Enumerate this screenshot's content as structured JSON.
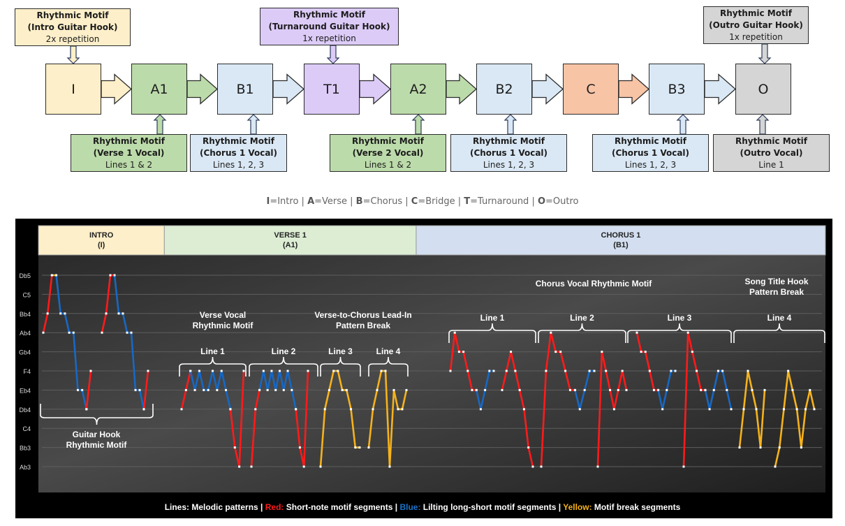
{
  "flow": {
    "sections": [
      {
        "label": "I",
        "color": "#fdefc9"
      },
      {
        "label": "A1",
        "color": "#bcdbaa"
      },
      {
        "label": "B1",
        "color": "#dae8f5"
      },
      {
        "label": "T1",
        "color": "#dccbf7"
      },
      {
        "label": "A2",
        "color": "#bcdbaa"
      },
      {
        "label": "B2",
        "color": "#dae8f5"
      },
      {
        "label": "C",
        "color": "#f8c4a6"
      },
      {
        "label": "B3",
        "color": "#dae8f5"
      },
      {
        "label": "O",
        "color": "#d5d5d5"
      }
    ],
    "top_motifs": [
      {
        "title": "Rhythmic Motif",
        "subtitle": "(Intro Guitar Hook)",
        "detail": "2x repetition",
        "color": "#fdefc9",
        "target": "I"
      },
      {
        "title": "Rhythmic Motif",
        "subtitle": "(Turnaround Guitar Hook)",
        "detail": "1x repetition",
        "color": "#dccbf7",
        "target": "T1"
      },
      {
        "title": "Rhythmic Motif",
        "subtitle": "(Outro Guitar Hook)",
        "detail": "1x repetition",
        "color": "#d5d5d5",
        "target": "O"
      }
    ],
    "bottom_motifs": [
      {
        "title": "Rhythmic Motif",
        "subtitle": "(Verse 1 Vocal)",
        "detail": "Lines 1 & 2",
        "color": "#bcdbaa",
        "target": "A1"
      },
      {
        "title": "Rhythmic Motif",
        "subtitle": "(Chorus 1 Vocal)",
        "detail": "Lines 1, 2, 3",
        "color": "#dae8f5",
        "target": "B1"
      },
      {
        "title": "Rhythmic Motif",
        "subtitle": "(Verse 2 Vocal)",
        "detail": "Lines 1 & 2",
        "color": "#bcdbaa",
        "target": "A2"
      },
      {
        "title": "Rhythmic Motif",
        "subtitle": "(Chorus 1 Vocal)",
        "detail": "Lines 1, 2, 3",
        "color": "#dae8f5",
        "target": "B2"
      },
      {
        "title": "Rhythmic Motif",
        "subtitle": "(Chorus 1 Vocal)",
        "detail": "Lines 1, 2, 3",
        "color": "#dae8f5",
        "target": "B3"
      },
      {
        "title": "Rhythmic Motif",
        "subtitle": "(Outro Vocal)",
        "detail": "Line 1",
        "color": "#d5d5d5",
        "target": "O"
      }
    ],
    "abbreviations": [
      {
        "key": "I",
        "value": "=Intro"
      },
      {
        "key": "A",
        "value": "=Verse"
      },
      {
        "key": "B",
        "value": "=Chorus"
      },
      {
        "key": "C",
        "value": "=Bridge"
      },
      {
        "key": "T",
        "value": "=Turnaround"
      },
      {
        "key": "O",
        "value": "=Outro"
      }
    ]
  },
  "chart_data": {
    "type": "line",
    "title": "",
    "ylabel": "Pitch",
    "yticks": [
      "Ab3",
      "Bb3",
      "C4",
      "Db4",
      "Eb4",
      "F4",
      "Gb4",
      "Ab4",
      "Bb4",
      "C5",
      "Db5"
    ],
    "grid": true,
    "colors": {
      "red": "#ff1a1a",
      "blue": "#1768c4",
      "yellow": "#f5b21b"
    },
    "sections": [
      {
        "title": "INTRO",
        "subtitle": "(I)",
        "color": "#fdefc9",
        "span": [
          0,
          0.16
        ]
      },
      {
        "title": "VERSE 1",
        "subtitle": "(A1)",
        "color": "#dcedd4",
        "span": [
          0.16,
          0.48
        ]
      },
      {
        "title": "CHORUS 1",
        "subtitle": "(B1)",
        "color": "#d3dff0",
        "span": [
          0.48,
          1.0
        ]
      }
    ],
    "annotations": [
      {
        "text": "Guitar Hook\nRhythmic Motif",
        "group": "intro"
      },
      {
        "text": "Verse Vocal\nRhythmic Motif",
        "group": "verse-l12"
      },
      {
        "text": "Verse-to-Chorus Lead-In\nPattern Break",
        "group": "verse-l34"
      },
      {
        "text": "Chorus Vocal Rhythmic Motif",
        "group": "chorus-l123"
      },
      {
        "text": "Song Title Hook\nPattern Break",
        "group": "chorus-l4"
      }
    ],
    "line_labels": [
      {
        "text": "Line 1",
        "section": "verse"
      },
      {
        "text": "Line 2",
        "section": "verse"
      },
      {
        "text": "Line 3",
        "section": "verse"
      },
      {
        "text": "Line 4",
        "section": "verse"
      },
      {
        "text": "Line 1",
        "section": "chorus"
      },
      {
        "text": "Line 2",
        "section": "chorus"
      },
      {
        "text": "Line 3",
        "section": "chorus"
      },
      {
        "text": "Line 4",
        "section": "chorus"
      }
    ],
    "segments": [
      {
        "color": "red",
        "points": [
          [
            0,
            7
          ],
          [
            1,
            8
          ],
          [
            2,
            10
          ]
        ]
      },
      {
        "color": "yellow",
        "points": [
          [
            2,
            10
          ],
          [
            3,
            10
          ]
        ]
      },
      {
        "color": "blue",
        "points": [
          [
            3,
            10
          ],
          [
            4,
            8
          ],
          [
            5,
            8
          ],
          [
            6,
            7
          ],
          [
            7,
            7
          ],
          [
            8,
            4
          ],
          [
            9,
            4
          ],
          [
            10,
            3
          ]
        ]
      },
      {
        "color": "red",
        "points": [
          [
            10,
            3
          ],
          [
            11,
            5
          ]
        ]
      },
      {
        "color": "red",
        "points": [
          [
            13,
            7
          ],
          [
            14,
            8
          ],
          [
            15,
            10
          ],
          [
            16,
            10
          ]
        ]
      },
      {
        "color": "blue",
        "points": [
          [
            16,
            10
          ],
          [
            17,
            8
          ],
          [
            18,
            8
          ],
          [
            19,
            7
          ],
          [
            20,
            7
          ],
          [
            21,
            4
          ],
          [
            22,
            4
          ],
          [
            23,
            3
          ]
        ]
      },
      {
        "color": "red",
        "points": [
          [
            23,
            3
          ],
          [
            24,
            5
          ]
        ]
      },
      {
        "color": "red",
        "points": [
          [
            32,
            3
          ],
          [
            33,
            4
          ],
          [
            34,
            5
          ]
        ]
      },
      {
        "color": "blue",
        "points": [
          [
            34,
            5
          ],
          [
            35,
            4
          ],
          [
            36,
            5
          ],
          [
            37,
            4
          ],
          [
            38,
            4
          ],
          [
            39,
            5
          ],
          [
            40,
            4
          ],
          [
            41,
            5
          ],
          [
            42,
            4
          ],
          [
            43,
            3
          ]
        ]
      },
      {
        "color": "red",
        "points": [
          [
            43,
            3
          ],
          [
            44,
            1
          ],
          [
            45,
            0
          ],
          [
            46,
            5
          ]
        ]
      },
      {
        "color": "red",
        "points": [
          [
            47,
            0
          ],
          [
            48,
            3
          ],
          [
            49,
            4
          ]
        ]
      },
      {
        "color": "blue",
        "points": [
          [
            49,
            4
          ],
          [
            50,
            5
          ],
          [
            51,
            4
          ],
          [
            52,
            5
          ],
          [
            53,
            4
          ],
          [
            54,
            5
          ],
          [
            55,
            4
          ],
          [
            56,
            5
          ],
          [
            57,
            4
          ],
          [
            58,
            3
          ]
        ]
      },
      {
        "color": "red",
        "points": [
          [
            58,
            3
          ],
          [
            59,
            1
          ],
          [
            60,
            0
          ],
          [
            61,
            5
          ]
        ]
      },
      {
        "color": "yellow",
        "points": [
          [
            62,
            0
          ],
          [
            63,
            3
          ],
          [
            64,
            4
          ],
          [
            65,
            5
          ],
          [
            66,
            5
          ],
          [
            67,
            4
          ],
          [
            68,
            4
          ],
          [
            69,
            3
          ],
          [
            70,
            1
          ],
          [
            71,
            1
          ]
        ]
      },
      {
        "color": "yellow",
        "points": [
          [
            73,
            1
          ],
          [
            74,
            3
          ],
          [
            75,
            4
          ],
          [
            76,
            5
          ],
          [
            77,
            5
          ],
          [
            78,
            0
          ],
          [
            79,
            4
          ],
          [
            80,
            3
          ],
          [
            81,
            3
          ],
          [
            82,
            4
          ]
        ]
      },
      {
        "color": "red",
        "points": [
          [
            90,
            5
          ],
          [
            91,
            7
          ],
          [
            92,
            6
          ],
          [
            93,
            6
          ],
          [
            94,
            5
          ],
          [
            95,
            4
          ],
          [
            96,
            4
          ]
        ]
      },
      {
        "color": "blue",
        "points": [
          [
            96,
            4
          ],
          [
            97,
            3
          ],
          [
            98,
            4
          ],
          [
            99,
            5
          ],
          [
            100,
            5
          ]
        ]
      },
      {
        "color": "red",
        "points": [
          [
            102,
            4
          ],
          [
            103,
            5
          ],
          [
            104,
            6
          ],
          [
            105,
            5
          ],
          [
            106,
            4
          ],
          [
            107,
            3
          ],
          [
            108,
            1
          ],
          [
            109,
            0
          ]
        ]
      },
      {
        "color": "red",
        "points": [
          [
            111,
            0
          ],
          [
            112,
            5
          ],
          [
            113,
            7
          ],
          [
            114,
            6
          ],
          [
            115,
            6
          ],
          [
            116,
            5
          ],
          [
            117,
            4
          ],
          [
            118,
            4
          ]
        ]
      },
      {
        "color": "blue",
        "points": [
          [
            118,
            4
          ],
          [
            119,
            3
          ],
          [
            120,
            4
          ],
          [
            121,
            5
          ],
          [
            122,
            5
          ]
        ]
      },
      {
        "color": "red",
        "points": [
          [
            124,
            0
          ],
          [
            125,
            6
          ],
          [
            126,
            5
          ],
          [
            127,
            4
          ],
          [
            128,
            3
          ],
          [
            129,
            4
          ],
          [
            130,
            5
          ],
          [
            131,
            4
          ]
        ]
      },
      {
        "color": "red",
        "points": [
          [
            134,
            7
          ],
          [
            135,
            6
          ],
          [
            136,
            6
          ],
          [
            137,
            5
          ],
          [
            138,
            4
          ],
          [
            139,
            4
          ]
        ]
      },
      {
        "color": "blue",
        "points": [
          [
            139,
            4
          ],
          [
            140,
            3
          ],
          [
            141,
            4
          ],
          [
            142,
            5
          ],
          [
            143,
            5
          ]
        ]
      },
      {
        "color": "red",
        "points": [
          [
            145,
            0
          ],
          [
            146,
            7
          ],
          [
            147,
            6
          ],
          [
            148,
            5
          ],
          [
            149,
            4
          ],
          [
            150,
            4
          ]
        ]
      },
      {
        "color": "blue",
        "points": [
          [
            150,
            4
          ],
          [
            151,
            3
          ],
          [
            152,
            4
          ],
          [
            153,
            5
          ],
          [
            154,
            5
          ],
          [
            155,
            4
          ],
          [
            156,
            3
          ]
        ]
      },
      {
        "color": "yellow",
        "points": [
          [
            159,
            1
          ],
          [
            160,
            3
          ],
          [
            161,
            5
          ],
          [
            162,
            4
          ],
          [
            163,
            3
          ],
          [
            164,
            1
          ],
          [
            165,
            4
          ]
        ]
      },
      {
        "color": "yellow",
        "points": [
          [
            167,
            0
          ],
          [
            168,
            1
          ],
          [
            169,
            3
          ],
          [
            170,
            5
          ],
          [
            171,
            4
          ],
          [
            172,
            3
          ],
          [
            173,
            1
          ],
          [
            174,
            3
          ],
          [
            175,
            4
          ],
          [
            176,
            3
          ]
        ]
      }
    ],
    "legend": {
      "prefix": "Lines: Melodic patterns | ",
      "red_label": "Red:",
      "red_text": " Short-note motif segments | ",
      "blue_label": "Blue:",
      "blue_text": " Lilting long-short motif segments | ",
      "yellow_label": "Yellow:",
      "yellow_text": " Motif break segments"
    }
  }
}
